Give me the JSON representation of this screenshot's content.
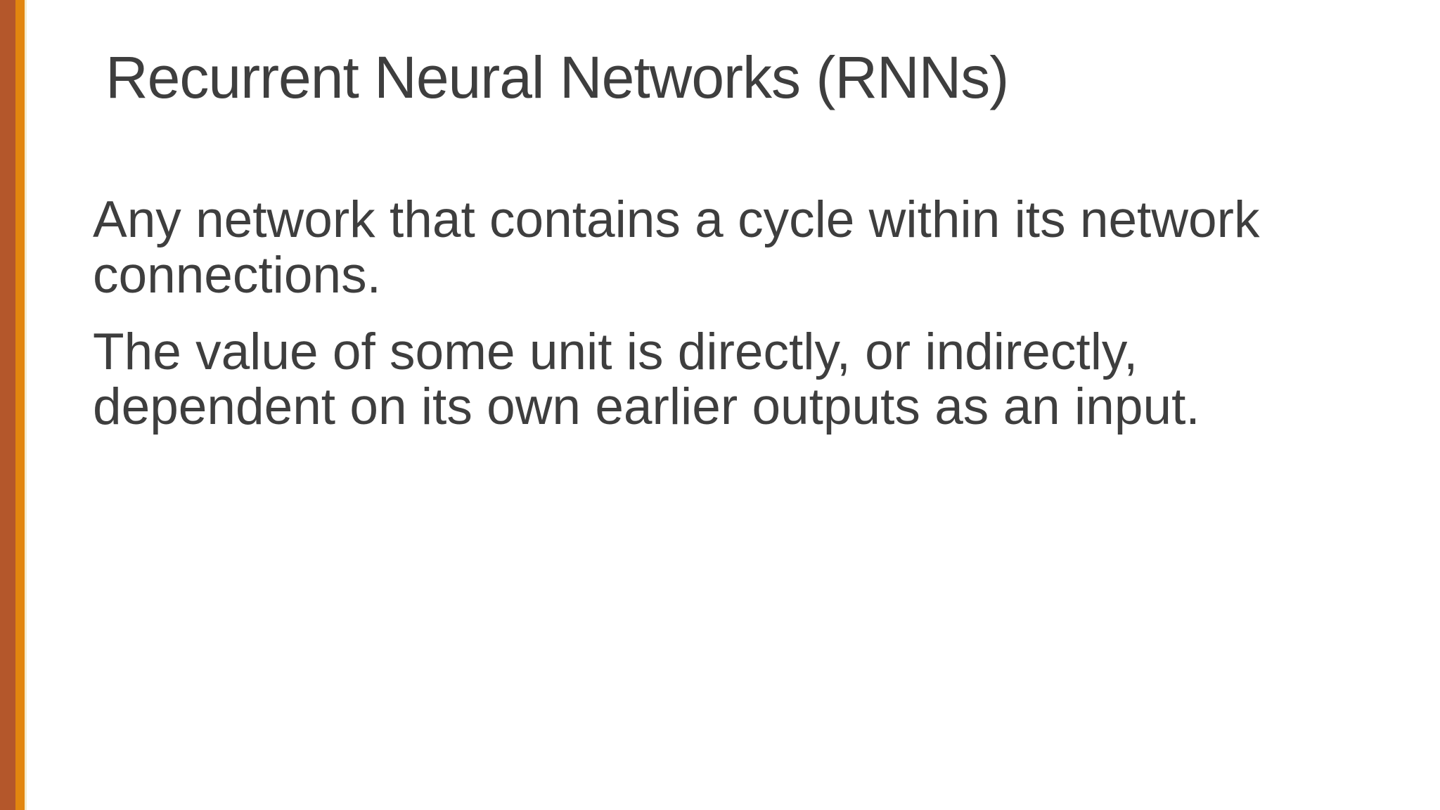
{
  "slide": {
    "title": "Recurrent Neural Networks (RNNs)",
    "body": {
      "paragraph_1": "Any network that contains a cycle within its network connections.",
      "paragraph_2": "The value of some unit is directly, or indirectly, dependent on its own earlier outputs as an input."
    },
    "colors": {
      "accent_bar_rust": "#b4572b",
      "accent_bar_orange": "#e2860f",
      "accent_bar_pale": "#f4ecce",
      "text": "#3e3e3e",
      "background": "#ffffff"
    }
  }
}
